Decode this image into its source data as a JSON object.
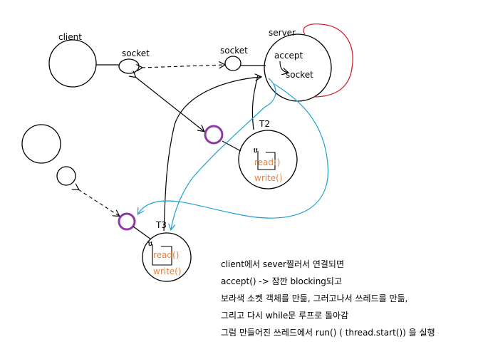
{
  "colors": {
    "ink": "#000000",
    "purple": "#8e3aa2",
    "blue": "#1ea1d6",
    "red": "#d2232a",
    "orange": "#e8823a"
  },
  "labels": {
    "client": "client",
    "socket_client": "socket",
    "socket_server": "socket",
    "server": "server",
    "accept": "accept",
    "server_socket": "socket",
    "t2": "T2",
    "t2_read": "read()",
    "t2_write": "write()",
    "t3": "T3",
    "t3_read": "read()",
    "t3_write": "write()"
  },
  "notes": [
    "client에서 sever찔러서 연결되면",
    "accept()   -> 잠깐 blocking되고",
    "보라색 소켓 객체를 만듦, 그러고나서 쓰레드를 만듦,",
    "그리고 다시 while문 루프로 돌아감",
    "그럼 만들어진 쓰레드에서 run() ( thread.start()) 을 실행"
  ]
}
